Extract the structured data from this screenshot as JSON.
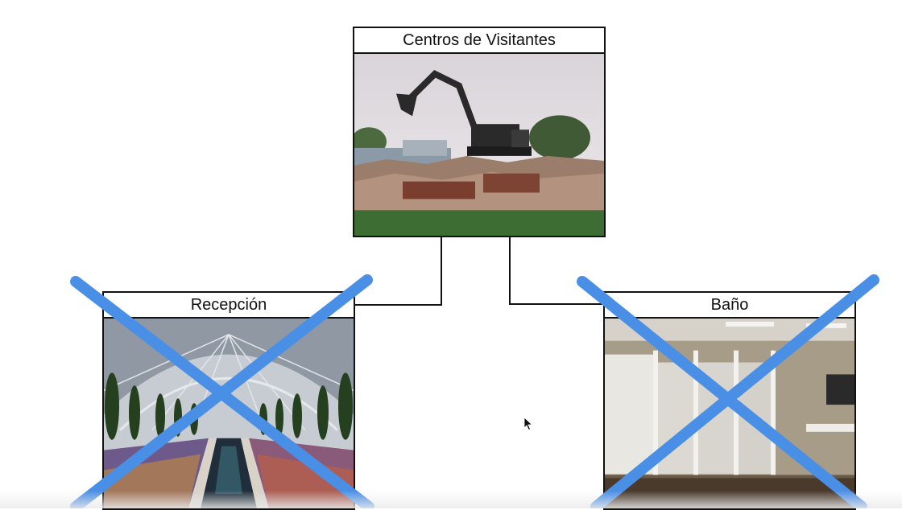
{
  "diagram": {
    "root": {
      "title": "Centros de Visitantes",
      "photo_icon": "demolition-excavator-photo"
    },
    "children": [
      {
        "title": "Recepción",
        "photo_icon": "greenhouse-conservatory-photo",
        "crossed_out": true
      },
      {
        "title": "Baño",
        "photo_icon": "restroom-stalls-photo",
        "crossed_out": true
      }
    ]
  },
  "colors": {
    "cross": "#4a8fe6",
    "border": "#111111",
    "connector": "#111111"
  }
}
